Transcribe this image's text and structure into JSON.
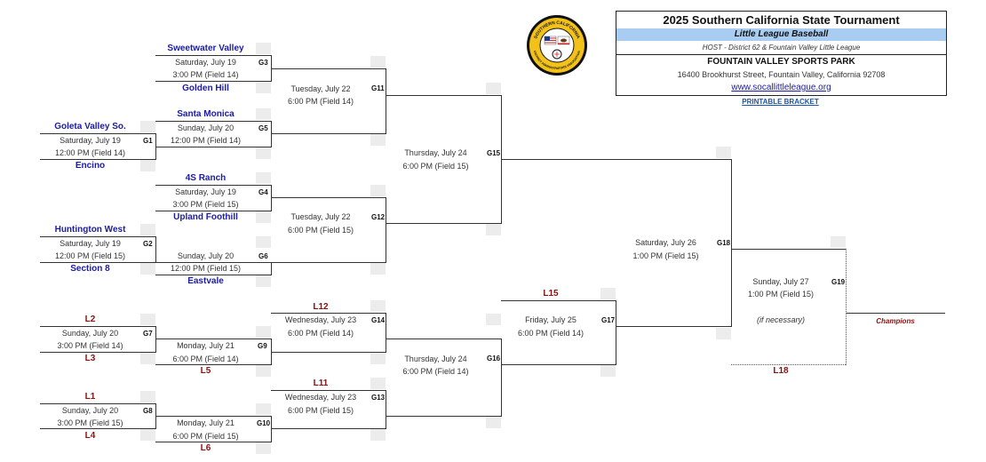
{
  "header": {
    "title": "2025 Southern California State Tournament",
    "division": "Little League Baseball",
    "host": "HOST - District 62 & Fountain Valley Little League",
    "venue": "FOUNTAIN VALLEY SPORTS PARK",
    "address": "16400 Brookhurst Street, Fountain Valley, California 92708",
    "website": "www.socallittleleague.org",
    "printable": "PRINTABLE BRACKET"
  },
  "logo": {
    "icon": "district-administrators-association-seal",
    "text_top": "SOUTHERN CALIFORNIA",
    "text_bottom": "DISTRICT ADMINISTRATORS ASSOCIATION"
  },
  "teams": {
    "goleta": "Goleta Valley So.",
    "encino": "Encino",
    "huntington": "Huntington West",
    "section8": "Section 8",
    "sweetwater": "Sweetwater Valley",
    "golden": "Golden Hill",
    "santamonica": "Santa Monica",
    "ranch": "4S Ranch",
    "upland": "Upland Foothill",
    "eastvale": "Eastvale"
  },
  "placeholders": {
    "l1": "L1",
    "l2": "L2",
    "l3": "L3",
    "l4": "L4",
    "l5": "L5",
    "l6": "L6",
    "l11": "L11",
    "l12": "L12",
    "l15": "L15",
    "l18": "L18"
  },
  "games": {
    "g1": {
      "id": "G1",
      "date": "Saturday, July 19",
      "time": "12:00 PM (Field 14)"
    },
    "g2": {
      "id": "G2",
      "date": "Saturday, July 19",
      "time": "12:00 PM (Field 15)"
    },
    "g3": {
      "id": "G3",
      "date": "Saturday, July 19",
      "time": "3:00 PM (Field 14)"
    },
    "g4": {
      "id": "G4",
      "date": "Saturday, July 19",
      "time": "3:00 PM (Field 15)"
    },
    "g5": {
      "id": "G5",
      "date": "Sunday, July 20",
      "time": "12:00 PM (Field 14)"
    },
    "g6": {
      "id": "G6",
      "date": "Sunday, July 20",
      "time": "12:00 PM (Field 15)"
    },
    "g7": {
      "id": "G7",
      "date": "Sunday, July 20",
      "time": "3:00 PM (Field 14)"
    },
    "g8": {
      "id": "G8",
      "date": "Sunday, July 20",
      "time": "3:00 PM (Field 15)"
    },
    "g9": {
      "id": "G9",
      "date": "Monday, July 21",
      "time": "6:00 PM (Field 14)"
    },
    "g10": {
      "id": "G10",
      "date": "Monday, July 21",
      "time": "6:00 PM (Field 15)"
    },
    "g11": {
      "id": "G11",
      "date": "Tuesday, July 22",
      "time": "6:00 PM (Field 14)"
    },
    "g12": {
      "id": "G12",
      "date": "Tuesday, July 22",
      "time": "6:00 PM (Field 15)"
    },
    "g13": {
      "id": "G13",
      "date": "Wednesday, July 23",
      "time": "6:00 PM (Field 15)"
    },
    "g14": {
      "id": "G14",
      "date": "Wednesday, July 23",
      "time": "6:00 PM (Field 14)"
    },
    "g15": {
      "id": "G15",
      "date": "Thursday, July 24",
      "time": "6:00 PM (Field 15)"
    },
    "g16": {
      "id": "G16",
      "date": "Thursday, July 24",
      "time": "6:00 PM (Field 14)"
    },
    "g17": {
      "id": "G17",
      "date": "Friday, July 25",
      "time": "6:00 PM (Field 14)"
    },
    "g18": {
      "id": "G18",
      "date": "Saturday, July 26",
      "time": "1:00 PM (Field 15)"
    },
    "g19": {
      "id": "G19",
      "date": "Sunday, July 27",
      "time": "1:00 PM (Field 15)",
      "note": "(if necessary)"
    }
  },
  "champions": "Champions",
  "colors": {
    "team": "#1a1aa6",
    "loser": "#8b1010",
    "header_band": "#a9cdf0",
    "link": "#1a1aa6"
  }
}
